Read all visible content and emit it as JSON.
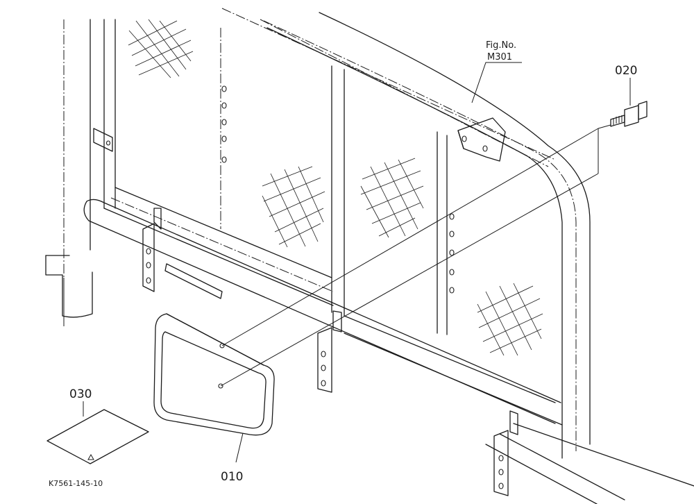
{
  "labels": {
    "fig_no": "Fig.No.",
    "fig_ref": "M301",
    "part_010": "010",
    "part_020": "020",
    "part_030": "030",
    "drawing_code": "K7561-145-10"
  },
  "colors": {
    "line": "#1a1a1a",
    "background": "#ffffff"
  }
}
